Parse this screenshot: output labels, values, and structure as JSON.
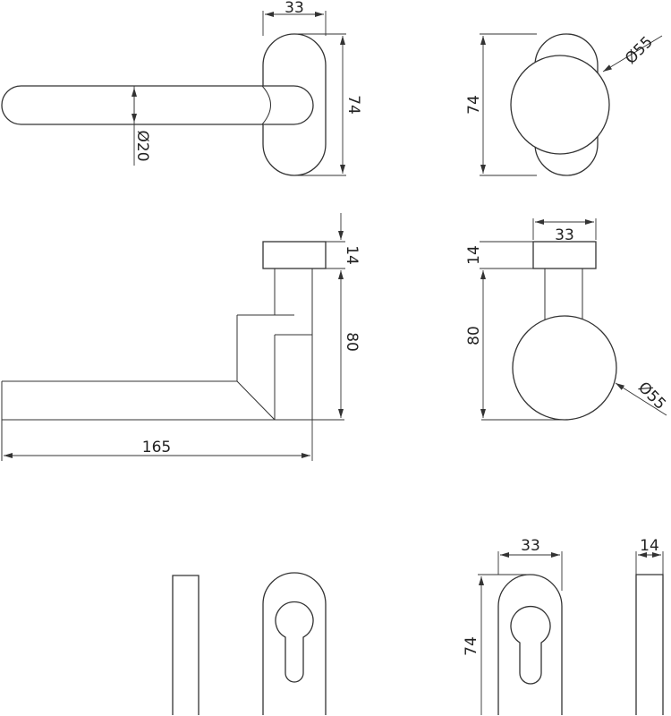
{
  "colors": {
    "line": "#333333",
    "background": "#ffffff"
  },
  "views": {
    "lever_front": {
      "width": "33",
      "height": "74",
      "diameter": "Ø20"
    },
    "knob_front": {
      "height": "74",
      "diameter": "Ø55"
    },
    "lever_side": {
      "rose_thickness": "14",
      "height": "80",
      "length": "165"
    },
    "knob_side": {
      "width": "33",
      "rose_thickness": "14",
      "height": "80",
      "diameter": "Ø55"
    },
    "escutcheon": {
      "width": "33",
      "height": "74",
      "thickness": "14"
    }
  }
}
